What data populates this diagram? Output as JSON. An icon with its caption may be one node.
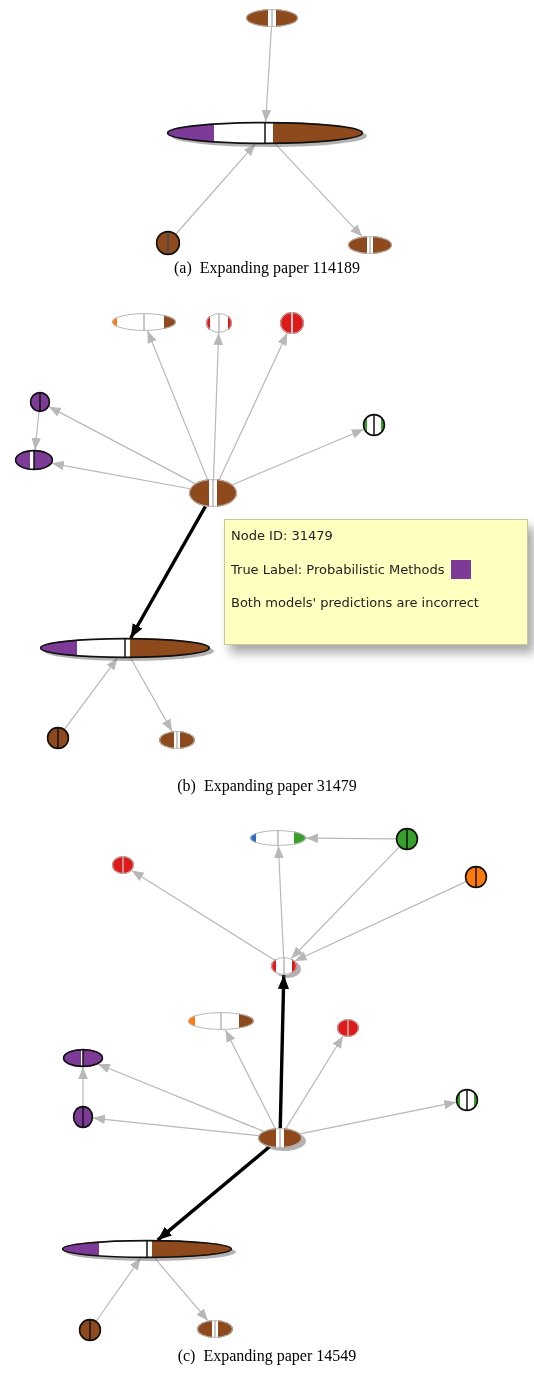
{
  "diagram": {
    "nodes": [
      {
        "text": [],
        "shape": "ellipse"
      },
      {
        "text": [],
        "shape": "ellipse"
      },
      {
        "text": [],
        "shape": "ellipse"
      },
      {
        "text": [],
        "shape": "ellipse"
      },
      {
        "text": [],
        "shape": "ellipse"
      },
      {
        "text": [],
        "shape": "ellipse"
      },
      {
        "text": [],
        "shape": "ellipse"
      },
      {
        "text": [],
        "shape": "ellipse"
      },
      {
        "text": [],
        "shape": "ellipse"
      },
      {
        "text": [],
        "shape": "ellipse"
      },
      {
        "text": [],
        "shape": "ellipse"
      },
      {
        "text": [
          "Node ID: 31479",
          "True Label: Probabilistic Methods",
          "Both models' predictions are incorrect"
        ]
      },
      {
        "text": [],
        "shape": "ellipse"
      },
      {
        "text": [],
        "shape": "ellipse"
      },
      {
        "text": [],
        "shape": "ellipse"
      },
      {
        "text": [],
        "shape": "ellipse"
      },
      {
        "text": [],
        "shape": "ellipse"
      },
      {
        "text": [],
        "shape": "ellipse"
      },
      {
        "text": [],
        "shape": "ellipse"
      },
      {
        "text": [],
        "shape": "ellipse"
      },
      {
        "text": [],
        "shape": "ellipse"
      },
      {
        "text": [],
        "shape": "ellipse"
      },
      {
        "text": [],
        "shape": "ellipse"
      },
      {
        "text": [],
        "shape": "ellipse"
      },
      {
        "text": [],
        "shape": "ellipse"
      },
      {
        "text": [],
        "shape": "ellipse"
      },
      {
        "text": [],
        "shape": "ellipse"
      },
      {
        "text": [],
        "shape": "ellipse"
      },
      {
        "text": [],
        "shape": "ellipse"
      }
    ],
    "edges": [
      {
        "from": 0,
        "to": 1,
        "arrow": "to"
      },
      {
        "from": 2,
        "to": 1,
        "arrow": "to"
      },
      {
        "from": 1,
        "to": 3,
        "arrow": "to"
      },
      {
        "from": 10,
        "to": 4,
        "arrow": "to"
      },
      {
        "from": 10,
        "to": 5,
        "arrow": "to"
      },
      {
        "from": 10,
        "to": 6,
        "arrow": "to"
      },
      {
        "from": 10,
        "to": 7,
        "arrow": "to"
      },
      {
        "from": 10,
        "to": 8,
        "arrow": "to"
      },
      {
        "from": 7,
        "to": 8,
        "arrow": "to"
      },
      {
        "from": 10,
        "to": 9,
        "arrow": "to"
      },
      {
        "from": 10,
        "to": 12,
        "arrow": "to",
        "style": "thick",
        "color": "#000000"
      },
      {
        "from": 13,
        "to": 12,
        "arrow": "to"
      },
      {
        "from": 12,
        "to": 14,
        "arrow": "to"
      },
      {
        "from": 19,
        "to": 15,
        "arrow": "to"
      },
      {
        "from": 19,
        "to": 16,
        "arrow": "to"
      },
      {
        "from": 17,
        "to": 16,
        "arrow": "to"
      },
      {
        "from": 17,
        "to": 19,
        "arrow": "to"
      },
      {
        "from": 18,
        "to": 19,
        "arrow": "to"
      },
      {
        "from": 25,
        "to": 19,
        "arrow": "to",
        "style": "thick",
        "color": "#000000"
      },
      {
        "from": 25,
        "to": 20,
        "arrow": "to"
      },
      {
        "from": 25,
        "to": 21,
        "arrow": "to"
      },
      {
        "from": 25,
        "to": 22,
        "arrow": "to"
      },
      {
        "from": 23,
        "to": 22,
        "arrow": "to"
      },
      {
        "from": 25,
        "to": 23,
        "arrow": "to"
      },
      {
        "from": 25,
        "to": 24,
        "arrow": "to"
      },
      {
        "from": 25,
        "to": 26,
        "arrow": "to",
        "style": "thick",
        "color": "#000000"
      },
      {
        "from": 27,
        "to": 26,
        "arrow": "to"
      },
      {
        "from": 26,
        "to": 28,
        "arrow": "to"
      }
    ],
    "labels": [
      "(a)  Expanding paper 114189",
      "(b)  Expanding paper 31479",
      "(c)  Expanding paper 14549"
    ]
  }
}
